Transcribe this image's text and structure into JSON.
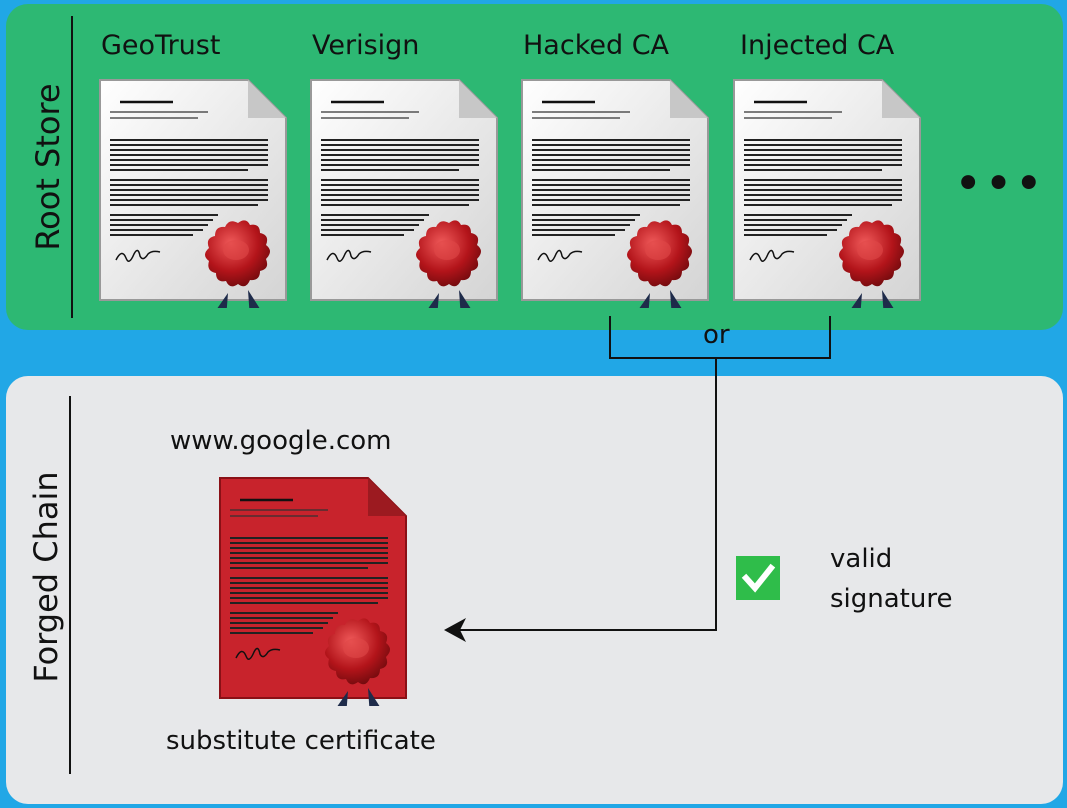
{
  "root_store": {
    "title": "Root Store",
    "certificates": [
      {
        "label": "GeoTrust"
      },
      {
        "label": "Verisign"
      },
      {
        "label": "Hacked CA"
      },
      {
        "label": "Injected CA"
      }
    ],
    "more": "•••"
  },
  "connector": {
    "label": "or"
  },
  "forged_chain": {
    "title": "Forged Chain",
    "domain": "www.google.com",
    "certificate_caption": "substitute certificate",
    "validity": {
      "line1": "valid",
      "line2": "signature"
    }
  },
  "colors": {
    "background": "#21a7e6",
    "root_store_panel": "#2db873",
    "forged_chain_panel": "#e7e8ea",
    "forged_certificate": "#c8232c",
    "seal": "#b3141a",
    "check": "#2fbd4a"
  },
  "icons": {
    "certificate": "certificate-document-icon",
    "seal": "wax-seal-icon",
    "check": "checkmark-icon",
    "arrow": "arrow-left-icon"
  }
}
